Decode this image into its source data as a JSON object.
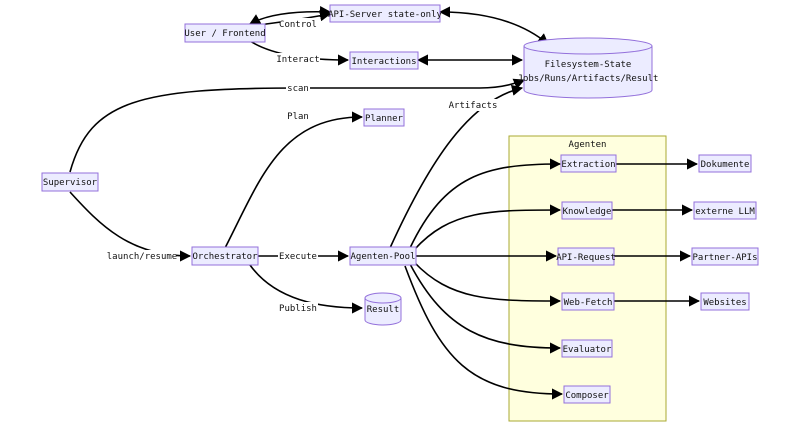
{
  "nodes": {
    "user": "User / Frontend",
    "api": "API-Server state-only",
    "interactions": "Interactions",
    "fs_line1": "Filesystem-State",
    "fs_line2": "Jobs/Runs/Artifacts/Result",
    "planner": "Planner",
    "supervisor": "Supervisor",
    "orchestrator": "Orchestrator",
    "pool": "Agenten-Pool",
    "result": "Result",
    "extraction": "Extraction",
    "knowledge": "Knowledge",
    "apirequest": "API-Request",
    "webfetch": "Web-Fetch",
    "evaluator": "Evaluator",
    "composer": "Composer",
    "dokumente": "Dokumente",
    "llm": "externe LLM",
    "partner": "Partner-APIs",
    "websites": "Websites"
  },
  "cluster": {
    "title": "Agenten"
  },
  "edge_labels": {
    "control": "Control",
    "interact": "Interact",
    "scan": "scan",
    "plan": "Plan",
    "artifacts": "Artifacts",
    "launch": "launch/resume",
    "execute": "Execute",
    "publish": "Publish"
  },
  "colors": {
    "node_fill": "#ececff",
    "node_stroke": "#9370db",
    "cluster_fill": "#ffffde",
    "cluster_stroke": "#aaaa33",
    "edge": "#000000"
  }
}
